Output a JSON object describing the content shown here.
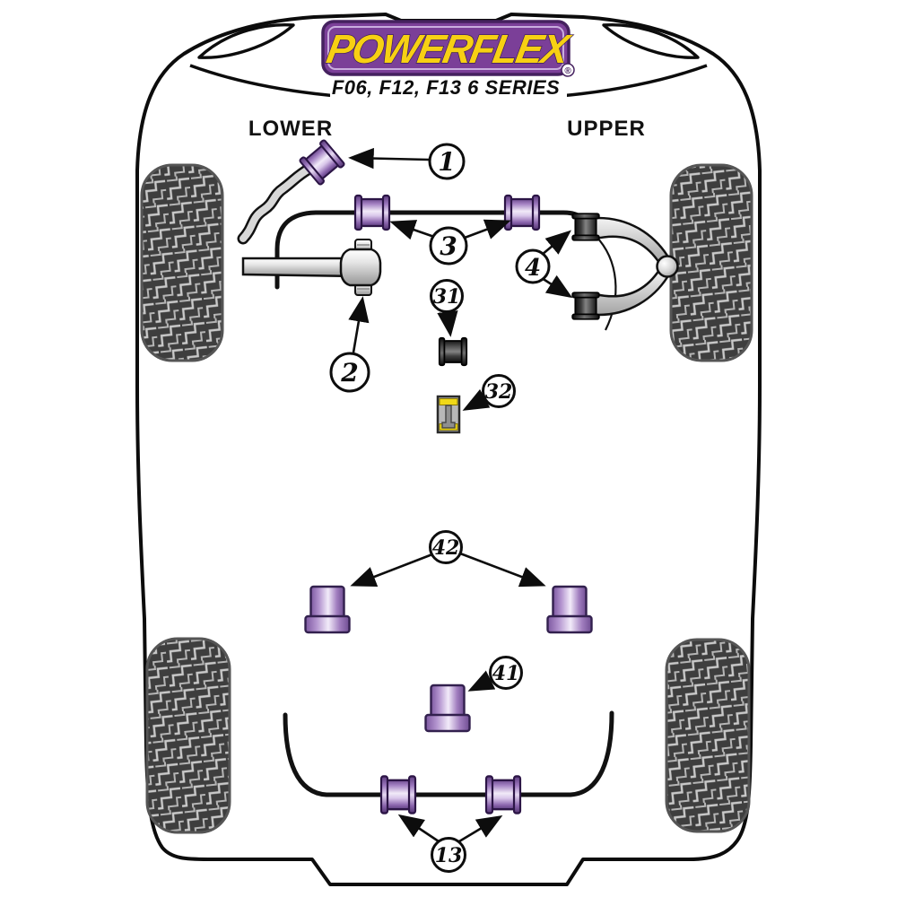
{
  "logo": {
    "brand": "POWERFLEX",
    "registered": "®",
    "bg_color": "#7b3f98",
    "border_color": "#45215f",
    "text_color": "#f7d013"
  },
  "header": {
    "model": "F06, F12, F13 6 SERIES"
  },
  "labels": {
    "lower": "LOWER",
    "upper": "UPPER"
  },
  "colors": {
    "line_black": "#0d0d0d",
    "bushing_purple_mid": "#9b76bd",
    "bushing_purple_light": "#f1eaf8",
    "bushing_purple_dark": "#5d3d7e",
    "metal_gray_light": "#f0f0f0",
    "metal_gray_dark": "#9a9a9a",
    "tire_base": "#3e3e3e",
    "tread_line": "#c9c9c9",
    "accent_yellow": "#f0d818"
  },
  "callouts": [
    {
      "number": "1"
    },
    {
      "number": "2"
    },
    {
      "number": "3"
    },
    {
      "number": "4"
    },
    {
      "number": "31"
    },
    {
      "number": "32"
    },
    {
      "number": "42"
    },
    {
      "number": "41"
    },
    {
      "number": "13"
    }
  ]
}
